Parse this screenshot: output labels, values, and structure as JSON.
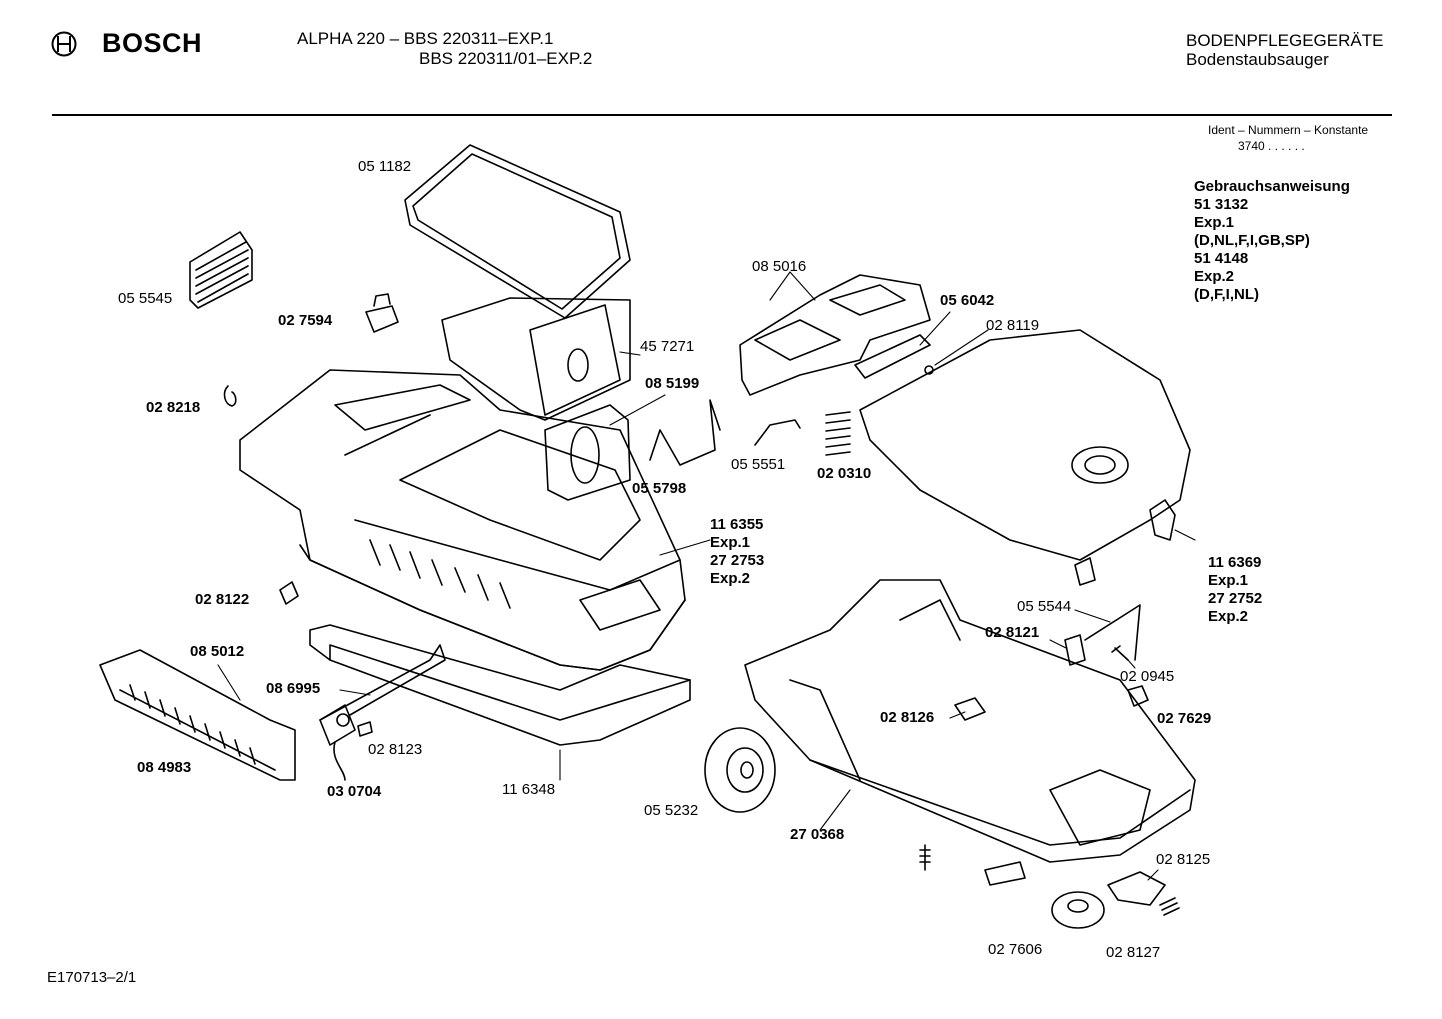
{
  "header": {
    "brand": "BOSCH",
    "model_line1": "ALPHA 220 – BBS 220311–EXP.1",
    "model_line2": "BBS 220311/01–EXP.2",
    "category": "BODENPFLEGEGERÄTE",
    "subcategory": "Bodenstaubsauger"
  },
  "ident": {
    "title": "Ident – Nummern – Konstante",
    "number": "3740 . . . . . ."
  },
  "manual": {
    "title": "Gebrauchsanweisung",
    "lines": [
      "51 3132",
      "Exp.1",
      "(D,NL,F,I,GB,SP)",
      "51 4148",
      "Exp.2",
      "(D,F,I,NL)"
    ]
  },
  "parts": {
    "p051182": "05 1182",
    "p055545": "05 5545",
    "p027594": "02 7594",
    "p457271": "45 7271",
    "p085016": "08 5016",
    "p056042": "05 6042",
    "p028119": "02 8119",
    "p028218": "02 8218",
    "p085199": "08 5199",
    "p055551": "05 5551",
    "p020310": "02 0310",
    "p055798": "05 5798",
    "p116355": "11 6355",
    "p116355_exp1": "Exp.1",
    "p272753": "27 2753",
    "p272753_exp2": "Exp.2",
    "p116369": "11 6369",
    "p116369_exp1": "Exp.1",
    "p272752": "27 2752",
    "p272752_exp2": "Exp.2",
    "p028122": "02 8122",
    "p055544": "05 5544",
    "p028121": "02 8121",
    "p085012": "08 5012",
    "p020945": "02 0945",
    "p086995": "08 6995",
    "p028126": "02 8126",
    "p027629": "02 7629",
    "p028123": "02 8123",
    "p084983": "08 4983",
    "p030704": "03 0704",
    "p116348": "11 6348",
    "p055232": "05 5232",
    "p270368": "27 0368",
    "p028125": "02 8125",
    "p027606": "02 7606",
    "p028127": "02 8127"
  },
  "footer": {
    "drawing_id": "E170713–2/1"
  }
}
